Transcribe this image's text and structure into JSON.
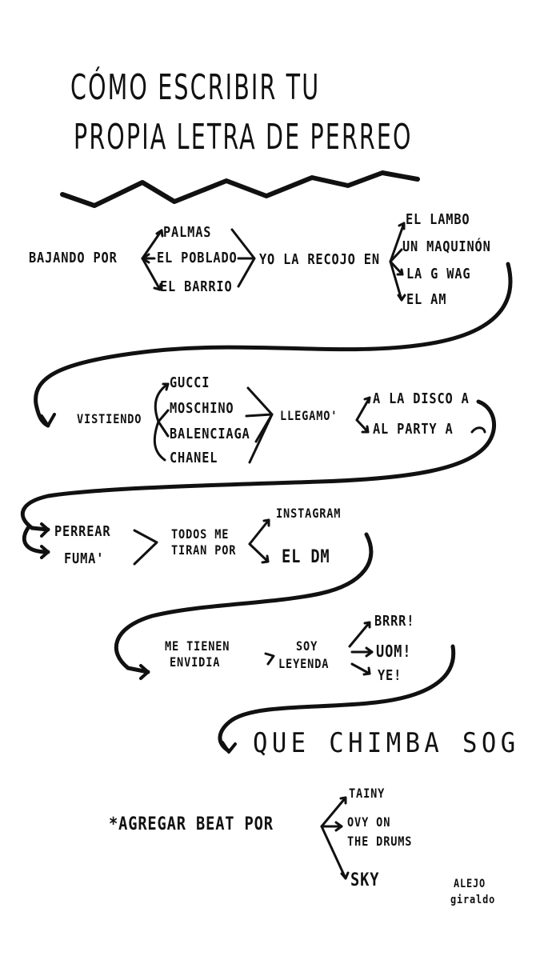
{
  "title": {
    "line1": "CÓMO ESCRIBIR TU",
    "line2": "PROPIA LETRA DE PERREO"
  },
  "step1": {
    "lead": "BAJANDO POR",
    "options": [
      "PALMAS",
      "EL POBLADO",
      "EL BARRIO"
    ]
  },
  "step2": {
    "lead": "YO LA RECOJO EN",
    "options": [
      "EL LAMBO",
      "UN MAQUINÓN",
      "LA G WAG",
      "EL AM"
    ]
  },
  "step3": {
    "lead": "VISTIENDO",
    "options": [
      "GUCCI",
      "MOSCHINO",
      "BALENCIAGA",
      "CHANEL"
    ]
  },
  "step4": {
    "lead": "LLEGAMO'",
    "options": [
      "A LA DISCO A",
      "AL PARTY A"
    ]
  },
  "step5": {
    "options": [
      "PERREAR",
      "FUMA'"
    ]
  },
  "step6": {
    "lead_line1": "TODOS ME",
    "lead_line2": "TIRAN POR",
    "options": [
      "INSTAGRAM",
      "EL DM"
    ]
  },
  "step7": {
    "lead_line1": "ME TIENEN",
    "lead_line2": "ENVIDIA"
  },
  "step8": {
    "lead_line1": "SOY",
    "lead_line2": "LEYENDA",
    "options": [
      "BRRR!",
      "UOM!",
      "YE!"
    ]
  },
  "finale": {
    "text": "QUE CHIMBA SOG"
  },
  "footnote": {
    "lead": "*AGREGAR BEAT POR",
    "options": [
      "TAINY",
      "OVY ON",
      "THE DRUMS",
      "SKY"
    ]
  },
  "signature": {
    "line1": "ALEJO",
    "line2": "giraldo"
  },
  "colors": {
    "ink": "#111111",
    "paper": "#ffffff"
  }
}
